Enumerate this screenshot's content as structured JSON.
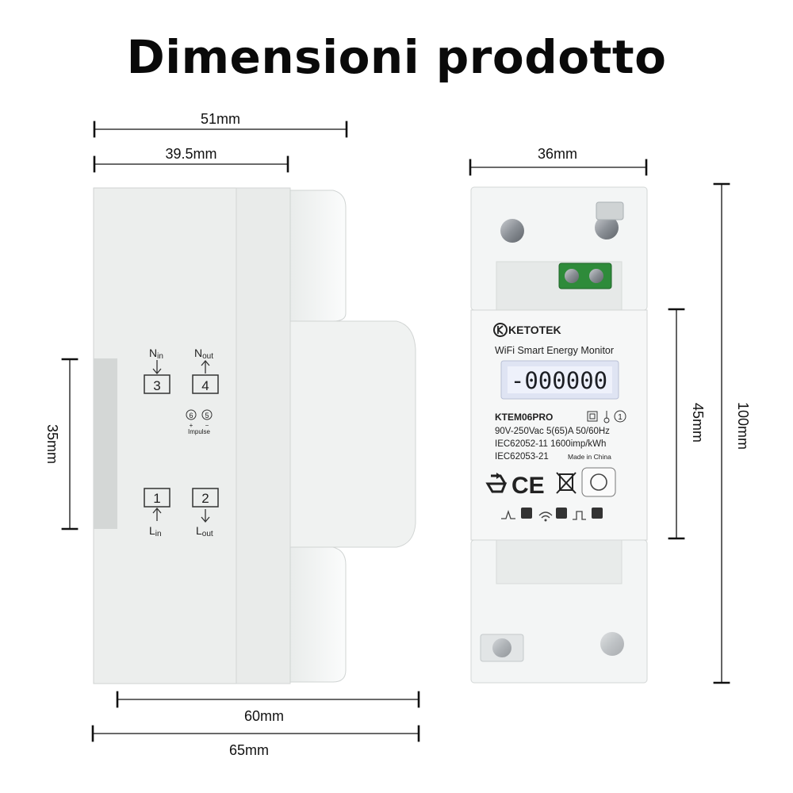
{
  "title": "Dimensioni prodotto",
  "side_view": {
    "dims": {
      "top_overall": "51mm",
      "top_inner": "39.5mm",
      "left_height": "35mm",
      "bottom_inner": "60mm",
      "bottom_overall": "65mm"
    },
    "terminals": [
      {
        "number": "3",
        "label_main": "N",
        "label_sub": "in"
      },
      {
        "number": "4",
        "label_main": "N",
        "label_sub": "out"
      },
      {
        "number": "1",
        "label_main": "L",
        "label_sub": "in"
      },
      {
        "number": "2",
        "label_main": "L",
        "label_sub": "out"
      }
    ],
    "impulse": {
      "pin_a": "6",
      "pin_b": "5",
      "sign_a": "+",
      "sign_b": "−",
      "label": "Impulse"
    }
  },
  "front_view": {
    "dims": {
      "width": "36mm",
      "body_height": "45mm",
      "total_height": "100mm"
    },
    "brand": "KETOTEK",
    "product_name": "WiFi Smart Energy Monitor",
    "lcd_value": "-000000",
    "model": "KTEM06PRO",
    "symbol_right": "1",
    "spec_line1": "90V-250Vac  5(65)A  50/60Hz",
    "spec_line2": "IEC62052-11  1600imp/kWh",
    "spec_line3": "IEC62053-21",
    "made_in": "Made in China",
    "ce_mark": "CE"
  },
  "colors": {
    "housing": "#eef0ef",
    "housing_shadow": "#dcdedd",
    "clear_cover": "#f4f6f6",
    "terminal_green": "#2e8b3a",
    "lcd_bg": "#dfe4f3",
    "text": "#111111"
  }
}
